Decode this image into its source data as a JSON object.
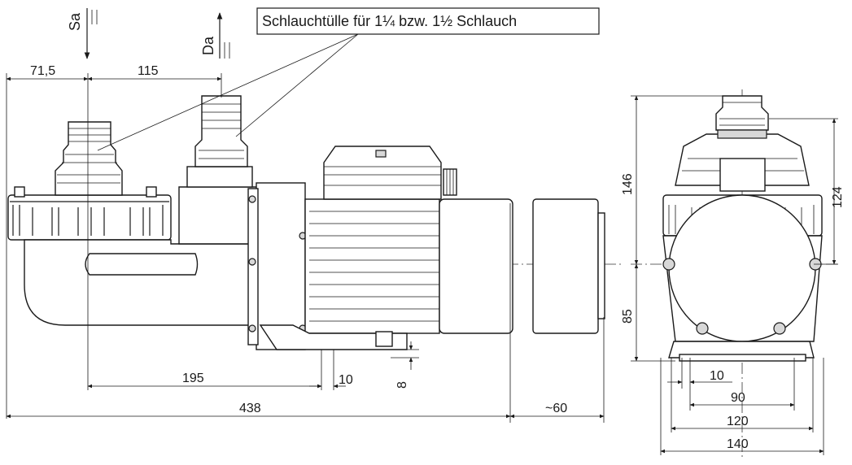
{
  "callout": {
    "text": "Schlauchtülle für 1¼  bzw. 1½  Schlauch"
  },
  "flow_labels": {
    "suction": "Sa",
    "discharge": "Da"
  },
  "side_view": {
    "dim_71_5": "71,5",
    "dim_115": "115",
    "dim_195": "195",
    "dim_10": "10",
    "dim_8": "8",
    "dim_438": "438",
    "dim_60": "~60"
  },
  "end_view": {
    "dim_146": "146",
    "dim_124": "124",
    "dim_85": "85",
    "dim_10": "10",
    "dim_90": "90",
    "dim_120": "120",
    "dim_140": "140"
  }
}
